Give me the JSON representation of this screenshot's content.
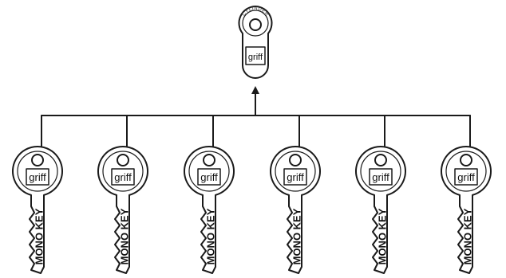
{
  "cylinder": {
    "ring_label": "CYLINDER",
    "brand": "griff"
  },
  "keys": [
    {
      "brand": "griff",
      "label": "MONO KEY"
    },
    {
      "brand": "griff",
      "label": "MONO KEY"
    },
    {
      "brand": "griff",
      "label": "MONO KEY"
    },
    {
      "brand": "griff",
      "label": "MONO KEY"
    },
    {
      "brand": "griff",
      "label": "MONO KEY"
    },
    {
      "brand": "griff",
      "label": "MONO KEY"
    }
  ]
}
